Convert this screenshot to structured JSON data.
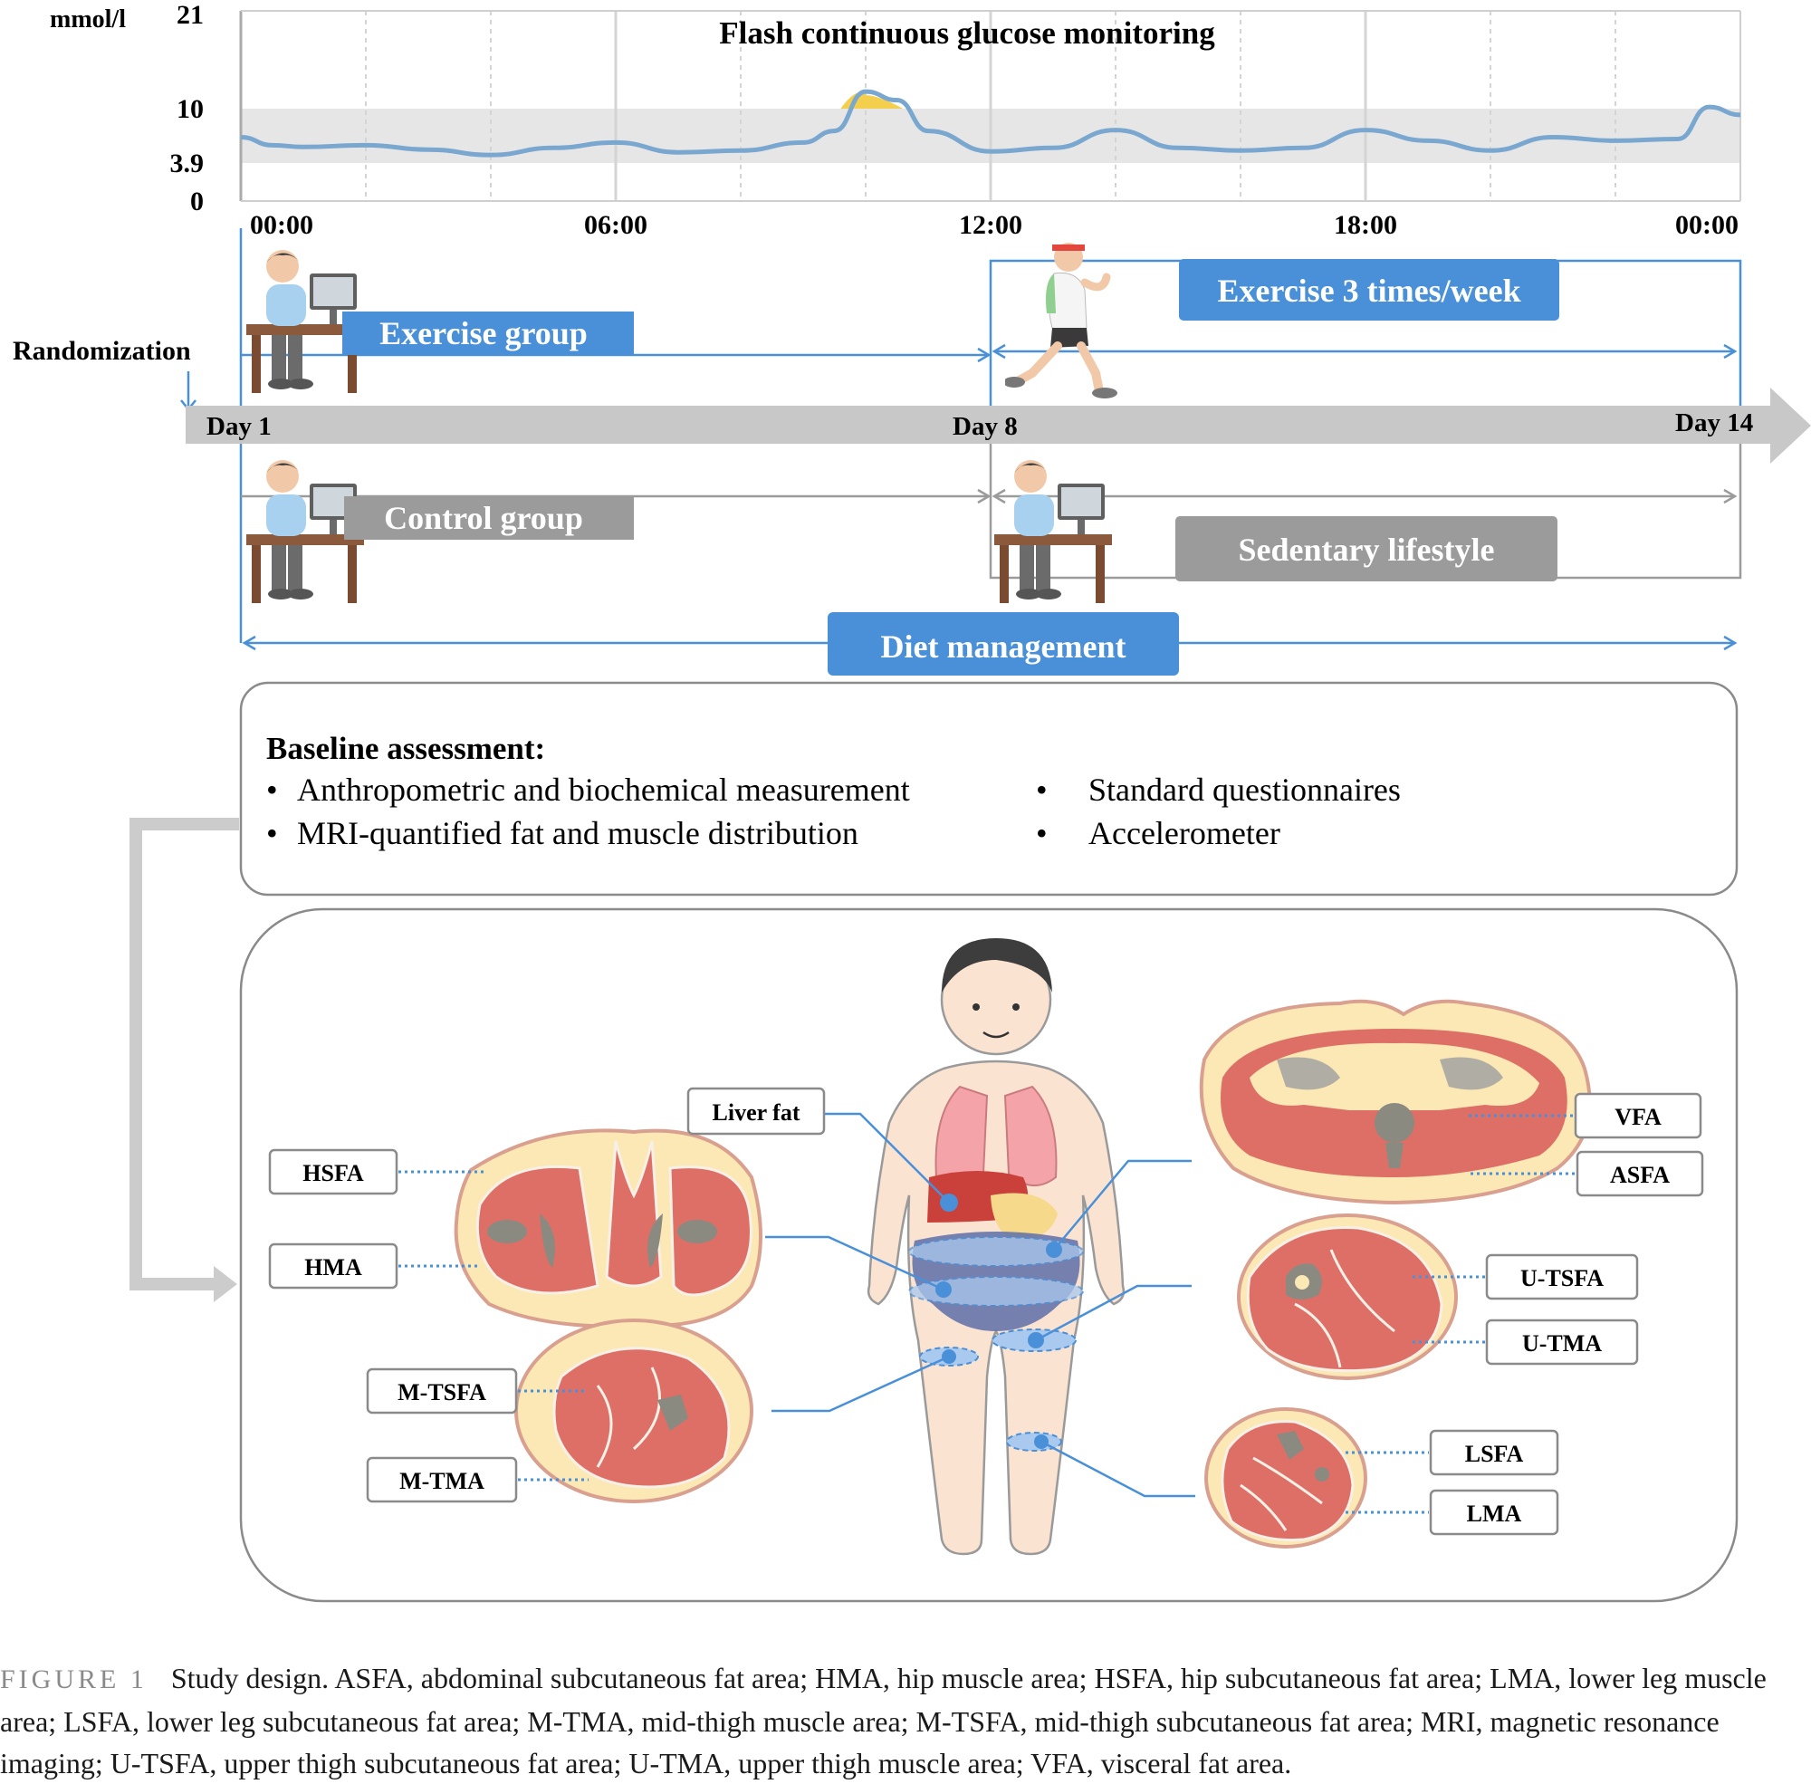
{
  "cgm": {
    "title": "Flash continuous glucose monitoring",
    "unit": "mmol/l",
    "y_ticks": [
      "21",
      "10",
      "3.9",
      "0"
    ],
    "x_ticks": [
      "00:00",
      "06:00",
      "12:00",
      "18:00",
      "00:00"
    ],
    "target_range": [
      3.9,
      10
    ],
    "series": [
      [
        0,
        6.8
      ],
      [
        0.5,
        5.9
      ],
      [
        1,
        5.7
      ],
      [
        2,
        5.9
      ],
      [
        3,
        5.4
      ],
      [
        4,
        4.8
      ],
      [
        5,
        5.6
      ],
      [
        6,
        6.2
      ],
      [
        7,
        5.1
      ],
      [
        8,
        5.3
      ],
      [
        9,
        6.2
      ],
      [
        9.5,
        7.5
      ],
      [
        10,
        12.0
      ],
      [
        10.5,
        11.0
      ],
      [
        11,
        7.5
      ],
      [
        12,
        5.2
      ],
      [
        13,
        5.6
      ],
      [
        14,
        7.6
      ],
      [
        15,
        5.6
      ],
      [
        16,
        5.3
      ],
      [
        17,
        5.6
      ],
      [
        18,
        7.6
      ],
      [
        19,
        6.4
      ],
      [
        20,
        5.3
      ],
      [
        21,
        6.8
      ],
      [
        22,
        6.4
      ],
      [
        23,
        6.6
      ],
      [
        23.5,
        10.2
      ],
      [
        24,
        9.3
      ]
    ]
  },
  "timeline": {
    "randomization": "Randomization",
    "days": [
      "Day 1",
      "Day 8",
      "Day 14"
    ],
    "exercise_group": "Exercise group",
    "exercise_freq": "Exercise 3 times/week",
    "control_group": "Control group",
    "sedentary": "Sedentary lifestyle",
    "diet": "Diet management"
  },
  "baseline": {
    "title": "Baseline assessment:",
    "items": [
      "Anthropometric and biochemical measurement",
      "MRI-quantified fat and muscle distribution",
      "Standard questionnaires",
      "Accelerometer"
    ],
    "bullet": "•"
  },
  "labels": {
    "liver": "Liver fat",
    "hsfa": "HSFA",
    "hma": "HMA",
    "mtsfa": "M-TSFA",
    "mtma": "M-TMA",
    "vfa": "VFA",
    "asfa": "ASFA",
    "utsfa": "U-TSFA",
    "utma": "U-TMA",
    "lsfa": "LSFA",
    "lma": "LMA"
  },
  "colors": {
    "blue": "#4a90d9",
    "gray_arrow": "#c8c8c8",
    "box_gray": "#9b9b9b",
    "cgm_line": "#7aa7cf",
    "target_band": "#e6e6e6",
    "fat": "#fbe8b5",
    "muscle": "#de6f66",
    "bone": "#8a8a80"
  },
  "caption": {
    "label": "FIGURE 1",
    "text": "Study design. ASFA, abdominal subcutaneous fat area; HMA, hip muscle area; HSFA, hip subcutaneous fat area; LMA, lower leg muscle area; LSFA, lower leg subcutaneous fat area; M-TMA, mid-thigh muscle area; M-TSFA, mid-thigh subcutaneous fat area; MRI, magnetic resonance imaging; U-TSFA, upper thigh subcutaneous fat area; U-TMA, upper thigh muscle area; VFA, visceral fat area."
  }
}
